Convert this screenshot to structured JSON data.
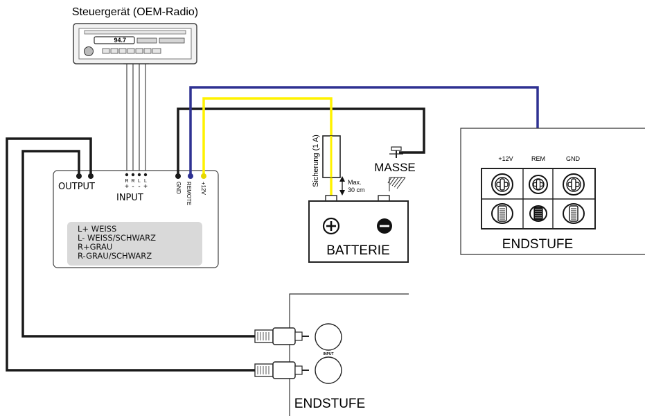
{
  "head_unit": {
    "title": "Steuergerät (OEM-Radio)",
    "display_value": "94.7"
  },
  "converter": {
    "output_label": "OUTPUT",
    "input_label": "INPUT",
    "input_pins": [
      "R",
      "R",
      "L",
      "L"
    ],
    "input_pin_signs": [
      "+",
      "-",
      "-",
      "+"
    ],
    "gnd_label": "GND",
    "remote_label": "REMOTE",
    "plus12_label": "+12V",
    "legend": [
      "L+ WEISS",
      "L- WEISS/SCHWARZ",
      "R+GRAU",
      "R-GRAU/SCHWARZ"
    ]
  },
  "fuse": {
    "label": "Sicherung (1 A)",
    "max_label_1": "Max.",
    "max_label_2": "30 cm"
  },
  "ground": {
    "label": "MASSE"
  },
  "battery": {
    "label": "BATTERIE",
    "plus": "+",
    "minus": "−"
  },
  "amp_terminal": {
    "labels": [
      "+12V",
      "REM",
      "GND"
    ],
    "title": "ENDSTUFE"
  },
  "amp_input": {
    "input_label": "INPUT",
    "title": "ENDSTUFE"
  },
  "colors": {
    "remote_wire": "#2e3192",
    "plus12_wire": "#fff200",
    "black_wire": "#1a1a1a",
    "legend_bg": "#d9d9d9"
  }
}
